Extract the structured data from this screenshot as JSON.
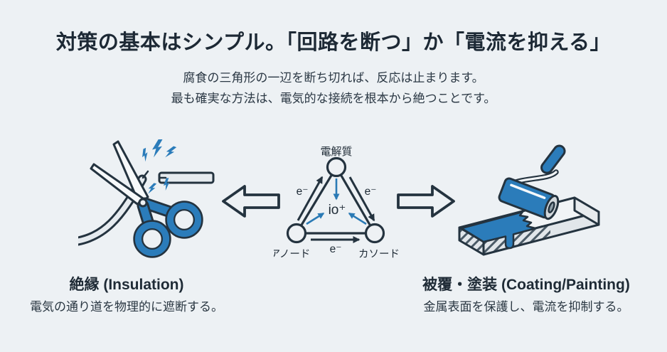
{
  "colors": {
    "background": "#edf1f4",
    "dark": "#24333f",
    "blue": "#2b7cba",
    "title_text": "#1d2935"
  },
  "header": {
    "title": "対策の基本はシンプル。「回路を断つ」か「電流を抑える」",
    "subtitle_line1": "腐食の三角形の一辺を断ち切れば、反応は止まります。",
    "subtitle_line2": "最も確実な方法は、電気的な接続を根本から絶つことです。"
  },
  "triangle_diagram": {
    "electrolyte_label": "電解質",
    "anode_label": "アノード",
    "cathode_label": "カソード",
    "ion_label": "io⁺",
    "electron_label_left": "e⁻",
    "electron_label_right": "e⁻",
    "electron_label_bottom": "e⁻"
  },
  "methods": {
    "left": {
      "heading": "絶縁 (Insulation)",
      "description": "電気の通り道を物理的に遮断する。"
    },
    "right": {
      "heading": "被覆・塗装 (Coating/Painting)",
      "description": "金属表面を保護し、電流を抑制する。"
    }
  },
  "icons": {
    "left": "scissors-cutting-wire",
    "center": "corrosion-triangle",
    "right": "paint-roller-on-plate"
  }
}
